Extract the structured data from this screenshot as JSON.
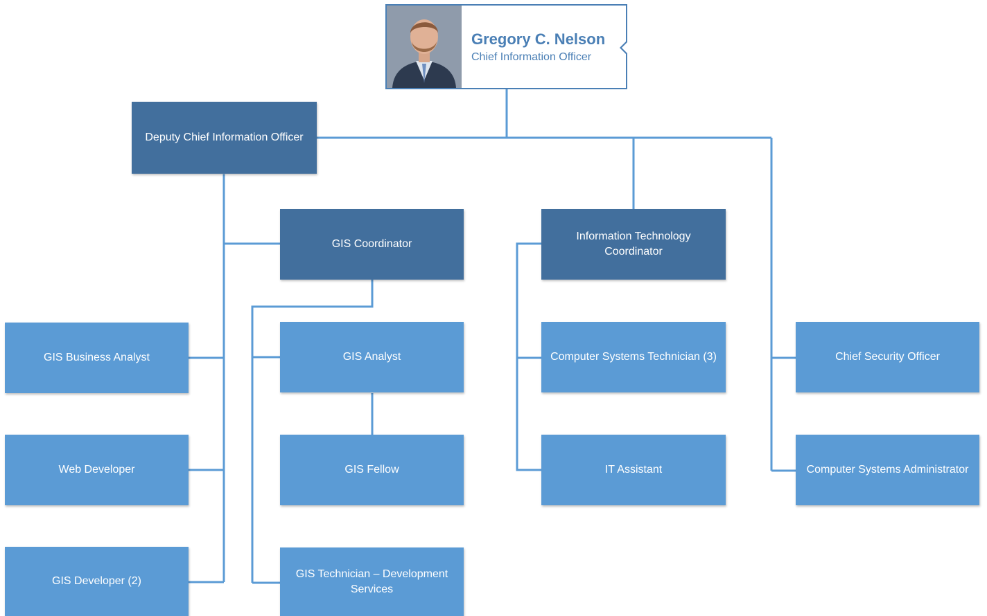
{
  "colors": {
    "connector": "#5b9bd5",
    "manager_fill": "#426f9d",
    "staff_fill": "#5b9bd5",
    "ceo_accent": "#4a7fb5"
  },
  "ceo": {
    "name": "Gregory C. Nelson",
    "title": "Chief Information Officer"
  },
  "positions": {
    "deputy_cio": "Deputy Chief Information Officer",
    "gis_coordinator": "GIS Coordinator",
    "it_coordinator": "Information Technology Coordinator",
    "gis_business_analyst": "GIS Business Analyst",
    "web_developer": "Web Developer",
    "gis_developer": "GIS Developer (2)",
    "gis_analyst": "GIS Analyst",
    "gis_fellow": "GIS Fellow",
    "gis_technician": "GIS Technician – Development Services",
    "computer_systems_technician": "Computer Systems Technician (3)",
    "it_assistant": "IT Assistant",
    "chief_security_officer": "Chief Security Officer",
    "computer_systems_administrator": "Computer Systems Administrator"
  }
}
